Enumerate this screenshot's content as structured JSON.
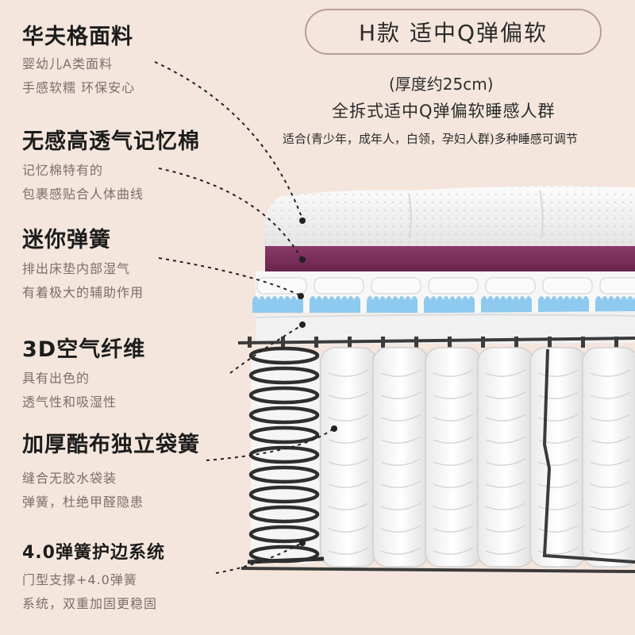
{
  "features": [
    {
      "title": "华夫格面料",
      "lines": [
        "婴幼儿A类面料",
        "手感软糯 环保安心"
      ]
    },
    {
      "title": "无感高透气记忆棉",
      "lines": [
        "记忆棉特有的",
        "包裹感贴合人体曲线"
      ]
    },
    {
      "title": "迷你弹簧",
      "lines": [
        "排出床垫内部湿气",
        "有着极大的辅助作用"
      ]
    },
    {
      "title": "3D空气纤维",
      "lines": [
        "具有出色的",
        "透气性和吸湿性"
      ]
    },
    {
      "title": "加厚酷布独立袋簧",
      "lines": [
        "缝合无胶水袋装",
        "弹簧，杜绝甲醛隐患"
      ]
    },
    {
      "title": "4.0弹簧护边系统",
      "lines": [
        "门型支撑+4.0弹簧",
        "系统，双重加固更稳固"
      ]
    }
  ],
  "product": {
    "model": "H款 适中Q弹偏软",
    "thickness": "(厚度约25cm)",
    "headline": "全拆式适中Q弹偏软睡感人群",
    "suitable": "适合(青少年，成年人，白领，孕妇人群)多种睡感可调节"
  },
  "colors": {
    "background": "#f4e6dd",
    "memory_foam": "#7a2f5a",
    "mini_springs": "#8ec9ef",
    "coil": "#2e2e2e"
  }
}
